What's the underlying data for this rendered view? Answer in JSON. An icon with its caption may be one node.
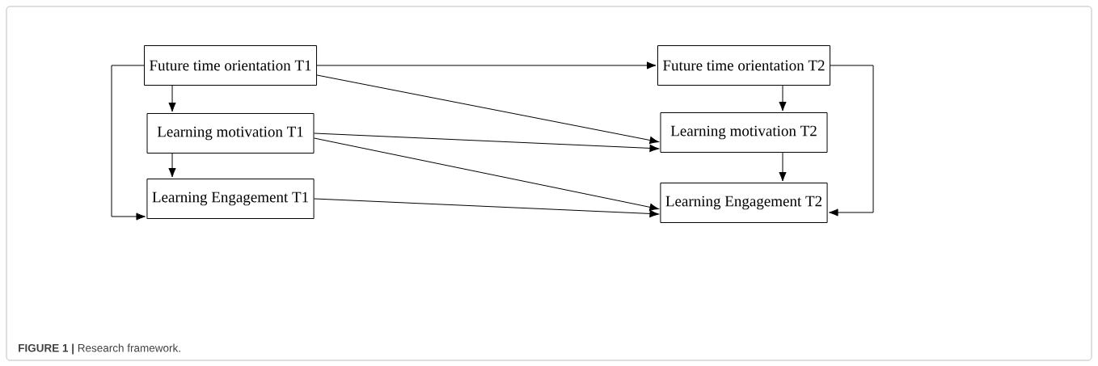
{
  "diagram": {
    "caption": "**FIGURE 1 |** Research framework.",
    "nodes": [
      {
        "text": [
          "Future time orientation T1"
        ]
      },
      {
        "text": [
          "Learning motivation T1"
        ]
      },
      {
        "text": [
          "Learning Engagement T1"
        ]
      },
      {
        "text": [
          "Future time orientation T2"
        ]
      },
      {
        "text": [
          "Learning motivation T2"
        ]
      },
      {
        "text": [
          "Learning Engagement T2"
        ]
      }
    ],
    "edges": [
      {
        "from": 0,
        "to": 3,
        "arrow": "to"
      },
      {
        "from": 0,
        "to": 4,
        "arrow": "to"
      },
      {
        "from": 0,
        "to": 1,
        "arrow": "to"
      },
      {
        "from": 0,
        "to": 2,
        "arrow": "to"
      },
      {
        "from": 1,
        "to": 4,
        "arrow": "to"
      },
      {
        "from": 1,
        "to": 5,
        "arrow": "to"
      },
      {
        "from": 1,
        "to": 2,
        "arrow": "to"
      },
      {
        "from": 2,
        "to": 5,
        "arrow": "to"
      },
      {
        "from": 3,
        "to": 4,
        "arrow": "to"
      },
      {
        "from": 3,
        "to": 5,
        "arrow": "to"
      },
      {
        "from": 4,
        "to": 5,
        "arrow": "to"
      }
    ]
  }
}
